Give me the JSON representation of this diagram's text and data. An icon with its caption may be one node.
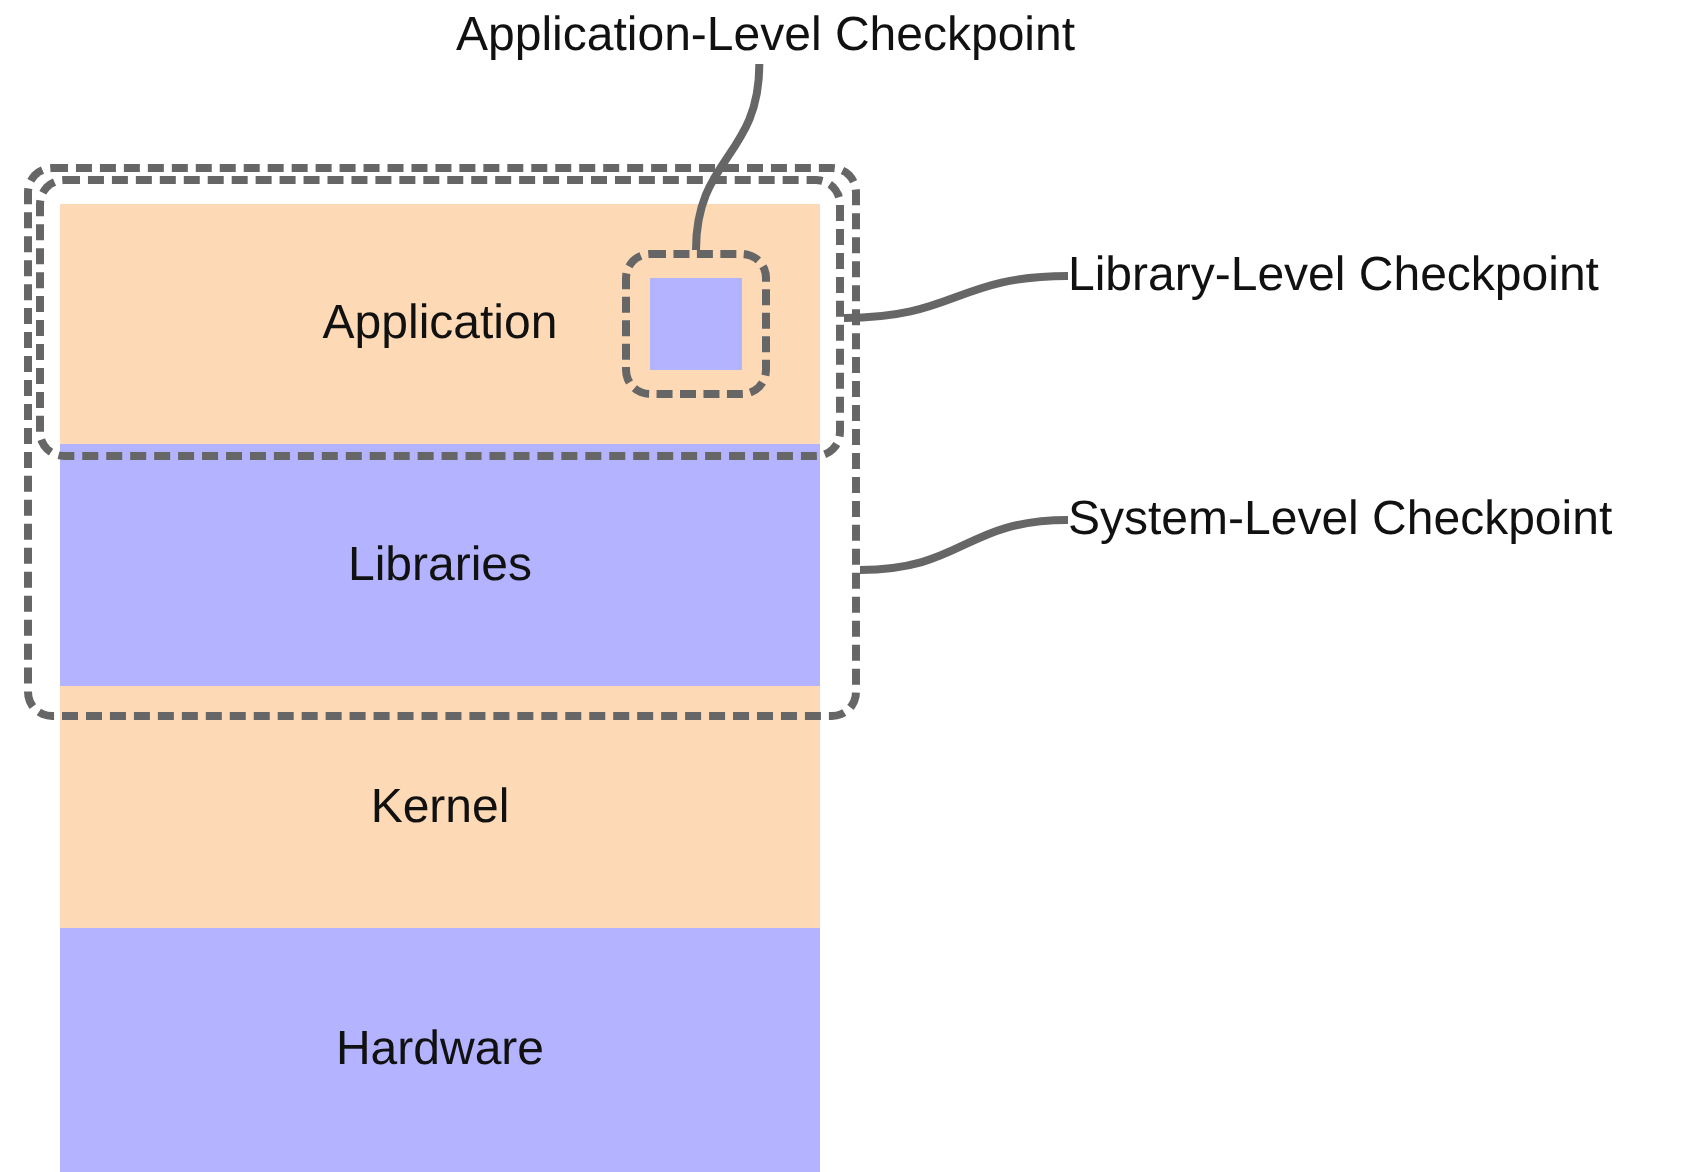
{
  "diagram": {
    "nodes": [
      {
        "text": [
          "Application-Level Checkpoint"
        ]
      },
      {
        "text": [
          "Library-Level Checkpoint"
        ]
      },
      {
        "text": [
          "System-Level Checkpoint"
        ]
      },
      {
        "text": [],
        "shape": "box"
      },
      {
        "text": [],
        "shape": "box",
        "in": 3
      },
      {
        "text": [
          "Application"
        ],
        "in": 4
      },
      {
        "text": [],
        "shape": "box",
        "in": 5
      },
      {
        "text": [],
        "shape": "box",
        "in": 6
      },
      {
        "text": [
          "Libraries"
        ],
        "in": 3
      },
      {
        "text": [
          "Kernel"
        ]
      },
      {
        "text": [
          "Hardware"
        ]
      }
    ],
    "edges": [
      {
        "from": 0,
        "to": 6,
        "arrow": "none"
      },
      {
        "from": 1,
        "to": 4,
        "arrow": "none"
      },
      {
        "from": 2,
        "to": 3,
        "arrow": "none"
      }
    ]
  }
}
